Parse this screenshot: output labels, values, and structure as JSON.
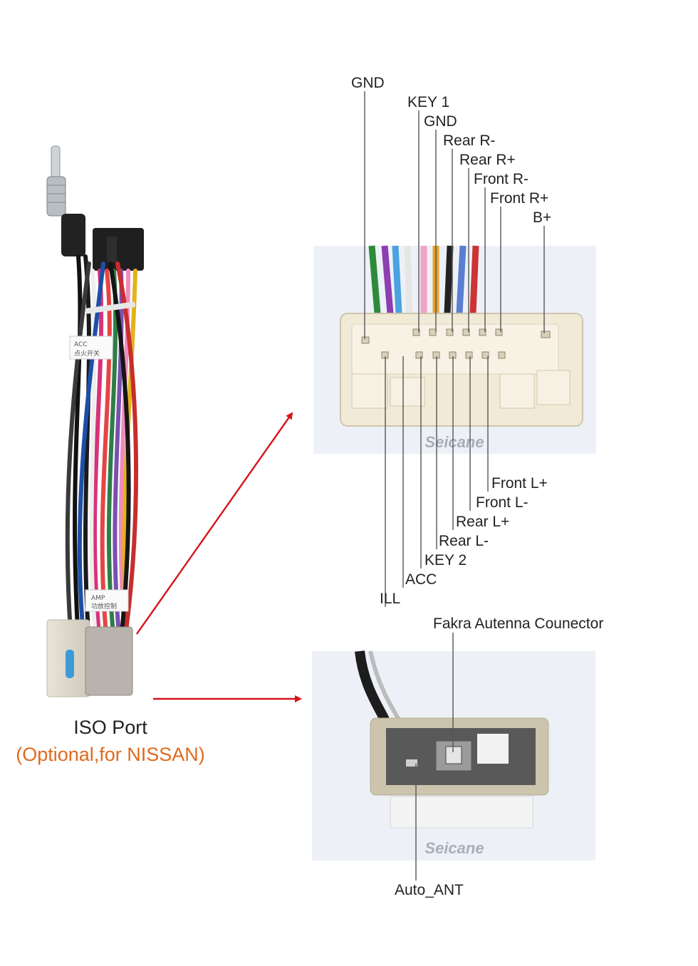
{
  "colors": {
    "leader_line": "#555555",
    "arrow": "#d6141b",
    "subtitle": "#e06a1c",
    "connector_body": "#f1ead6",
    "photo_bg": "#edf1f7"
  },
  "harness": {
    "title": "ISO Port",
    "subtitle": "(Optional,for NISSAN)",
    "tags": [
      "ACC",
      "点火开关",
      "AMP",
      "功放控制"
    ]
  },
  "connector_main": {
    "watermark": "Seicane",
    "top_labels": [
      "GND",
      "KEY 1",
      "GND",
      "Rear R-",
      "Rear R+",
      "Front R-",
      "Front R+",
      "B+"
    ],
    "bottom_labels": [
      "Front L+",
      "Front L-",
      "Rear L+",
      "Rear L-",
      "KEY 2",
      "ACC",
      "ILL"
    ]
  },
  "connector_antenna": {
    "watermark": "Seicane",
    "top_label": "Fakra Autenna Counector",
    "bottom_label": "Auto_ANT"
  }
}
